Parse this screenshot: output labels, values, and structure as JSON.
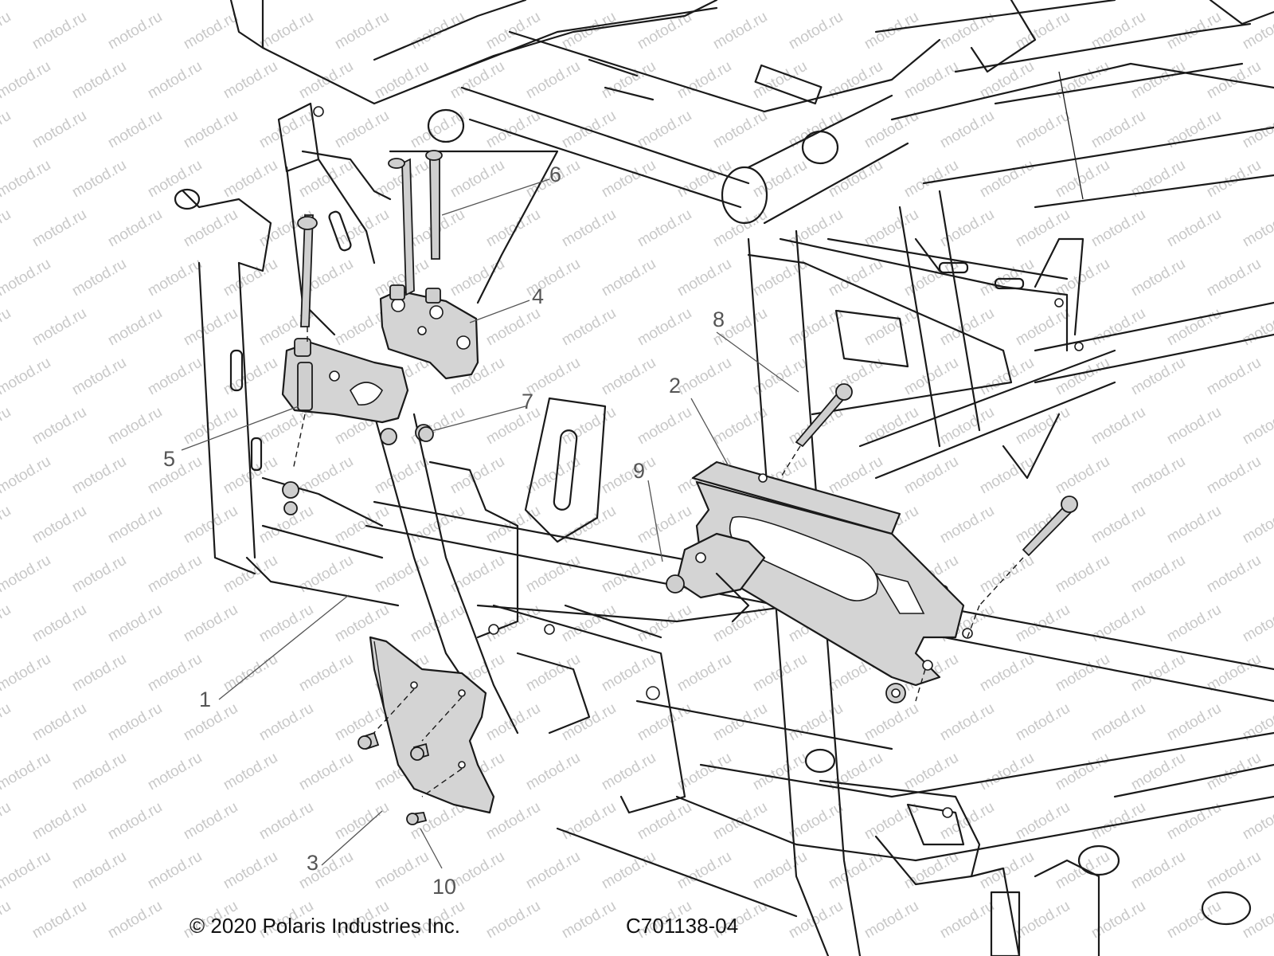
{
  "callouts": [
    {
      "id": "1",
      "label": "1"
    },
    {
      "id": "2",
      "label": "2"
    },
    {
      "id": "3",
      "label": "3"
    },
    {
      "id": "4",
      "label": "4"
    },
    {
      "id": "5",
      "label": "5"
    },
    {
      "id": "6",
      "label": "6"
    },
    {
      "id": "7",
      "label": "7"
    },
    {
      "id": "8",
      "label": "8"
    },
    {
      "id": "9",
      "label": "9"
    },
    {
      "id": "10",
      "label": "10"
    }
  ],
  "watermark": "motod.ru",
  "footer": {
    "copyright": "© 2020 Polaris Industries Inc.",
    "diagram_code": "C701138-04"
  },
  "colors": {
    "line": "#1a1a1a",
    "part_fill": "#d4d4d4",
    "callout_text": "#555555",
    "watermark": "#c8c8c8"
  }
}
